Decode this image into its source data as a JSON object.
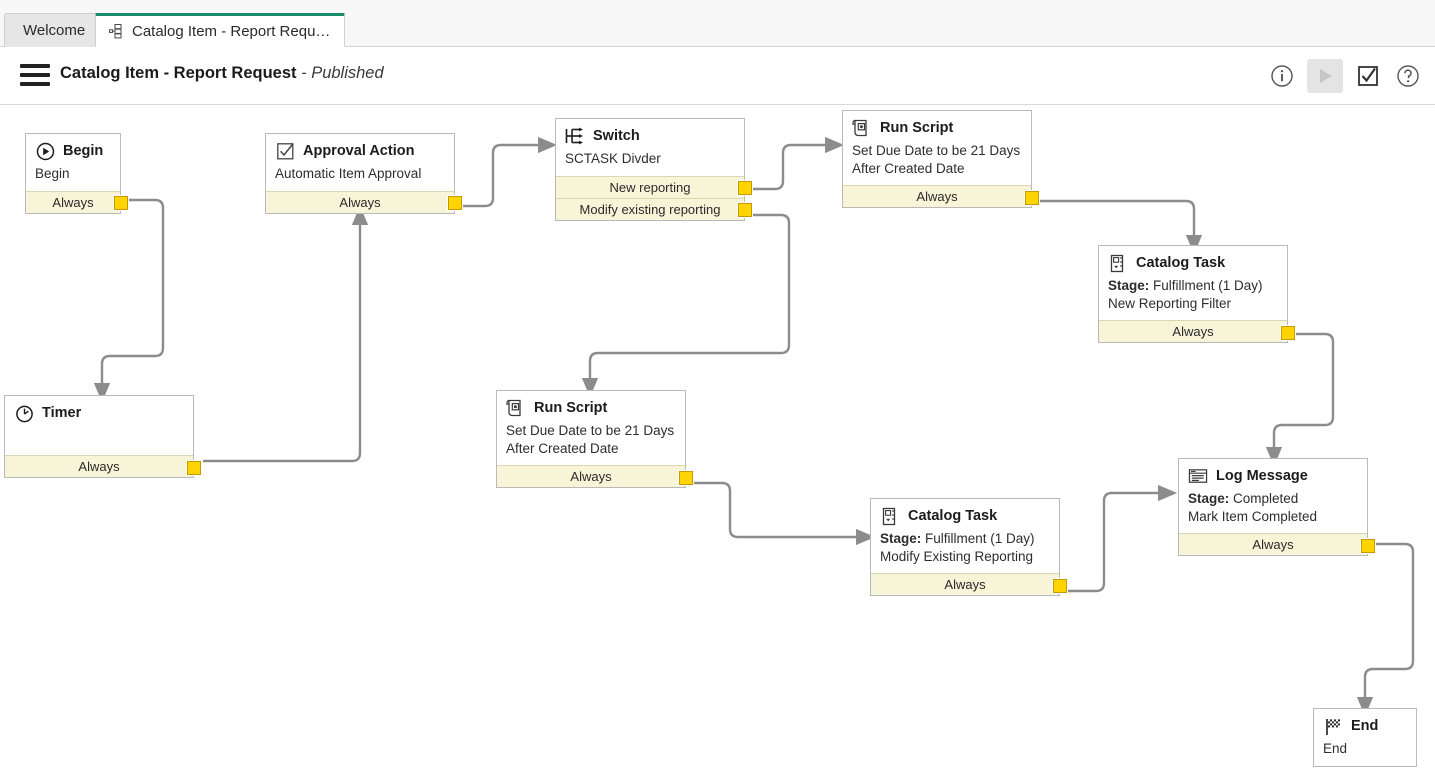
{
  "tabs": [
    {
      "label": "Welcome",
      "active": false,
      "icon": "none"
    },
    {
      "label": "Catalog Item - Report Requ…",
      "active": true,
      "icon": "workflow-icon"
    }
  ],
  "header": {
    "menu_icon": "hamburger-menu-icon",
    "title": "Catalog Item - Report Request",
    "state": " - Published",
    "toolbar": [
      {
        "name": "info-icon",
        "label": "Info"
      },
      {
        "name": "play-icon",
        "label": "Run",
        "disabled": true
      },
      {
        "name": "checkbox-check-icon",
        "label": "Validate"
      },
      {
        "name": "help-icon",
        "label": "Help"
      }
    ]
  },
  "canvas": {
    "connector_color": "#8c8c8c",
    "port_color": "#ffd400",
    "output_bg": "#f7f4d8",
    "nodes": [
      {
        "id": "begin",
        "icon": "play-circle-icon",
        "title": "Begin",
        "subtitle": "Begin",
        "outputs": [
          "Always"
        ]
      },
      {
        "id": "approval-action",
        "icon": "checkbox-icon",
        "title": "Approval Action",
        "subtitle": "Automatic Item Approval",
        "outputs": [
          "Always"
        ]
      },
      {
        "id": "switch",
        "icon": "switch-icon",
        "title": "Switch",
        "subtitle": "SCTASK Divder",
        "outputs": [
          "New reporting",
          "Modify existing reporting"
        ]
      },
      {
        "id": "run-script-top",
        "icon": "script-icon",
        "title": "Run Script",
        "subtitle": "Set Due Date to be 21 Days After Created Date",
        "outputs": [
          "Always"
        ]
      },
      {
        "id": "catalog-task-new",
        "icon": "catalog-task-icon",
        "title": "Catalog Task",
        "subtitle_label": "Stage:",
        "subtitle_value": " Fulfillment (1 Day)",
        "subtitle_line2": "New Reporting Filter",
        "outputs": [
          "Always"
        ]
      },
      {
        "id": "timer",
        "icon": "timer-icon",
        "title": "Timer",
        "subtitle": "",
        "outputs": [
          "Always"
        ]
      },
      {
        "id": "run-script-mid",
        "icon": "script-icon",
        "title": "Run Script",
        "subtitle": "Set Due Date to be 21 Days After Created Date",
        "outputs": [
          "Always"
        ]
      },
      {
        "id": "catalog-task-modify",
        "icon": "catalog-task-icon",
        "title": "Catalog Task",
        "subtitle_label": "Stage:",
        "subtitle_value": " Fulfillment (1 Day)",
        "subtitle_line2": "Modify Existing Reporting",
        "outputs": [
          "Always"
        ]
      },
      {
        "id": "log-message",
        "icon": "log-message-icon",
        "title": "Log Message",
        "subtitle_label": "Stage:",
        "subtitle_value": " Completed",
        "subtitle_line2": "Mark Item Completed",
        "outputs": [
          "Always"
        ]
      },
      {
        "id": "end",
        "icon": "checkered-flag-icon",
        "title": "End",
        "subtitle": "End",
        "outputs": []
      }
    ]
  },
  "nodes_text": {
    "begin": {
      "title": "Begin",
      "subtitle": "Begin",
      "out0": "Always"
    },
    "approval": {
      "title": "Approval Action",
      "subtitle": "Automatic Item Approval",
      "out0": "Always"
    },
    "switch": {
      "title": "Switch",
      "subtitle": "SCTASK Divder",
      "out0": "New reporting",
      "out1": "Modify existing reporting"
    },
    "script_top": {
      "title": "Run Script",
      "line1": "Set Due Date to be 21 Days",
      "line2": "After Created Date",
      "out0": "Always"
    },
    "task_new": {
      "title": "Catalog Task",
      "stage_label": "Stage:",
      "stage_value": " Fulfillment (1 Day)",
      "line2": "New Reporting Filter",
      "out0": "Always"
    },
    "timer": {
      "title": "Timer",
      "subtitle": "",
      "out0": "Always"
    },
    "script_mid": {
      "title": "Run Script",
      "line1": "Set Due Date to be 21 Days",
      "line2": "After Created Date",
      "out0": "Always"
    },
    "task_modify": {
      "title": "Catalog Task",
      "stage_label": "Stage:",
      "stage_value": " Fulfillment (1 Day)",
      "line2": "Modify Existing Reporting",
      "out0": "Always"
    },
    "log": {
      "title": "Log Message",
      "stage_label": "Stage:",
      "stage_value": " Completed",
      "line2": "Mark Item Completed",
      "out0": "Always"
    },
    "end": {
      "title": "End",
      "subtitle": "End"
    }
  }
}
